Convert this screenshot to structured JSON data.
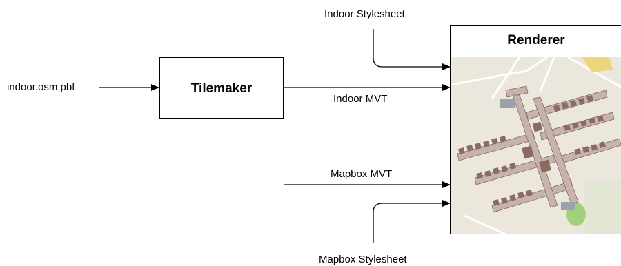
{
  "nodes": {
    "input_file": {
      "label": "indoor.osm.pbf"
    },
    "tilemaker": {
      "label": "Tilemaker"
    },
    "renderer": {
      "label": "Renderer"
    },
    "indoor_stylesheet": {
      "label": "Indoor Stylesheet"
    },
    "mapbox_stylesheet": {
      "label": "Mapbox Stylesheet"
    }
  },
  "edges": {
    "indoor_mvt": {
      "label": "Indoor MVT"
    },
    "mapbox_mvt": {
      "label": "Mapbox MVT"
    }
  },
  "colors": {
    "map_background": "#ece7dc",
    "map_road": "#ffffff",
    "building_fill": "#8b6a60",
    "corridor_fill": "#c7b3ae",
    "park_green": "#9fd27a",
    "yellow_area": "#ecd67a"
  }
}
